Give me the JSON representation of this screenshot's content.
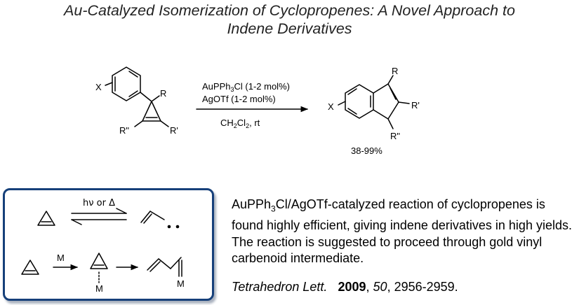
{
  "title": {
    "line1": "Au-Catalyzed Isomerization of Cyclopropenes: A Novel Approach to",
    "line2": "Indene Derivatives"
  },
  "reaction": {
    "reactant_labels": {
      "x": "X",
      "r": "R",
      "r2": "R'",
      "r3": "R\""
    },
    "product_labels": {
      "x": "X",
      "r": "R",
      "r2": "R'",
      "r3": "R\""
    },
    "conditions": {
      "catalyst1_prefix": "AuPPh",
      "catalyst1_sub": "3",
      "catalyst1_suffix": "Cl (1-2 mol%)",
      "catalyst2": "AgOTf (1-2 mol%)",
      "solvent_prefix": "CH",
      "solvent_sub1": "2",
      "solvent_mid": "Cl",
      "solvent_sub2": "2",
      "solvent_suffix": ", rt"
    },
    "yield": "38-99%"
  },
  "mechanism": {
    "equilibrium_label": "hν or Δ",
    "metal_label": "M"
  },
  "description": {
    "prefix": "AuPPh",
    "sub": "3",
    "rest": "Cl/AgOTf-catalyzed reaction of cyclopropenes is found highly efficient, giving indene derivatives in high yields. The reaction is suggested to proceed through gold vinyl carbenoid intermediate."
  },
  "reference": {
    "journal": "Tetrahedron Lett.",
    "year": "2009",
    "volume": "50",
    "pages": ", 2956-2959."
  }
}
